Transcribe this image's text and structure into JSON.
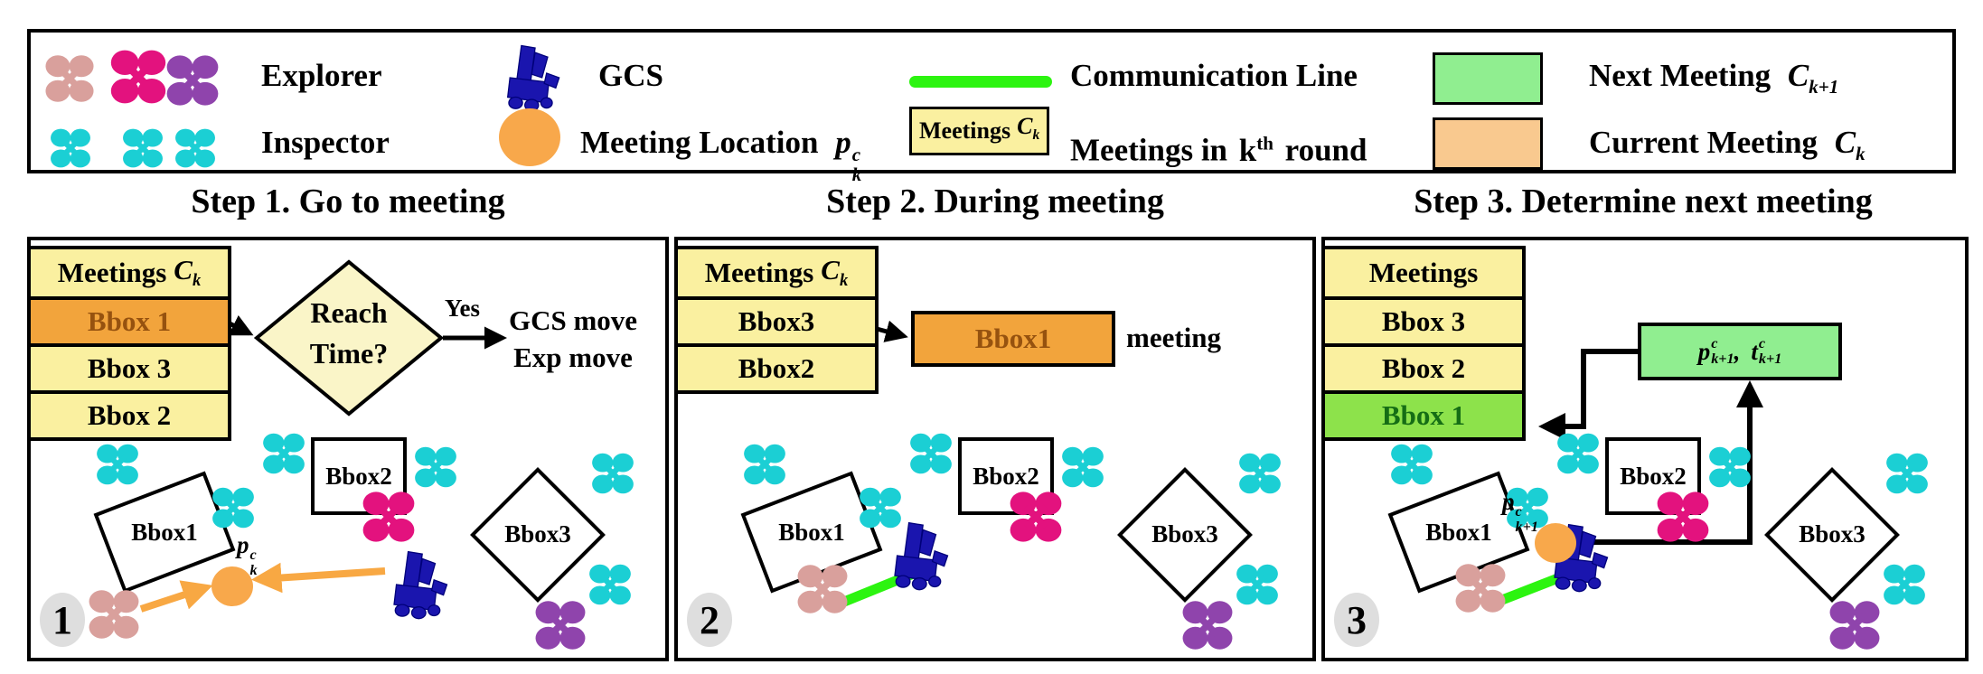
{
  "legend": {
    "explorer_label": "Explorer",
    "inspector_label": "Inspector",
    "gcs_label": "GCS",
    "meeting_location_label": "Meeting Location",
    "comm_line_label": "Communication Line",
    "meetings_box_label": "Meetings",
    "meetings_round_prefix": "Meetings in",
    "meetings_round_suffix": "round",
    "next_meeting_label": "Next Meeting",
    "current_meeting_label": "Current Meeting"
  },
  "symbols": {
    "p_cur": {
      "base": "p",
      "sup": "c",
      "sub": "k"
    },
    "p_next": {
      "base": "p",
      "sup": "c",
      "sub": "k+1"
    },
    "t_next": {
      "base": "t",
      "sup": "c",
      "sub": "k+1"
    },
    "c_cur": {
      "base": "C",
      "sub": "k"
    },
    "c_next": {
      "base": "C",
      "sub": "k+1"
    },
    "k_th": {
      "base": "k",
      "sup": "th"
    },
    "comma": ",  "
  },
  "steps": {
    "step1": {
      "title": "Step 1. Go to meeting",
      "badge": "1",
      "table": {
        "header": "Meetings",
        "rows": [
          {
            "label": "Bbox 1",
            "state": "current"
          },
          {
            "label": "Bbox 3",
            "state": "pending"
          },
          {
            "label": "Bbox 2",
            "state": "pending"
          }
        ]
      },
      "decision": {
        "line1": "Reach",
        "line2": "Time?"
      },
      "yes_label": "Yes",
      "outcome": {
        "line1": "GCS move",
        "line2": "Exp move"
      }
    },
    "step2": {
      "title": "Step 2. During meeting",
      "badge": "2",
      "table": {
        "header": "Meetings",
        "rows": [
          {
            "label": "Bbox3",
            "state": "pending"
          },
          {
            "label": "Bbox2",
            "state": "pending"
          }
        ]
      },
      "meeting_box_label": "Bbox1",
      "meeting_caption": "meeting"
    },
    "step3": {
      "title": "Step 3. Determine next meeting",
      "badge": "3",
      "table": {
        "header": "Meetings",
        "rows": [
          {
            "label": "Bbox 3",
            "state": "pending"
          },
          {
            "label": "Bbox 2",
            "state": "pending"
          },
          {
            "label": "Bbox 1",
            "state": "next"
          }
        ]
      }
    }
  },
  "scene": {
    "bbox1_label": "Bbox1",
    "bbox2_label": "Bbox2",
    "bbox3_label": "Bbox3"
  },
  "colors": {
    "table_yellow": "#FAF0A0",
    "diamond_yellow": "#FAF5C8",
    "current_orange": "#F2A43C",
    "current_text_brown": "#96520F",
    "legend_current_swatch": "#F9C98F",
    "next_meeting_green": "#90EE90",
    "next_row_green": "#8DE24B",
    "next_row_text_green": "#156D15",
    "comm_line_green": "#2CF410",
    "meeting_point_orange": "#F8A84B",
    "arrow_orange": "#F8A843",
    "gcs_blue": "#1A15AE",
    "inspector_cyan": "#1BCFD4",
    "explorer_pink": "#D9A09C",
    "explorer_magenta": "#E3127E",
    "explorer_purple": "#8F44AC",
    "badge_gray": "#DEDEDE"
  }
}
